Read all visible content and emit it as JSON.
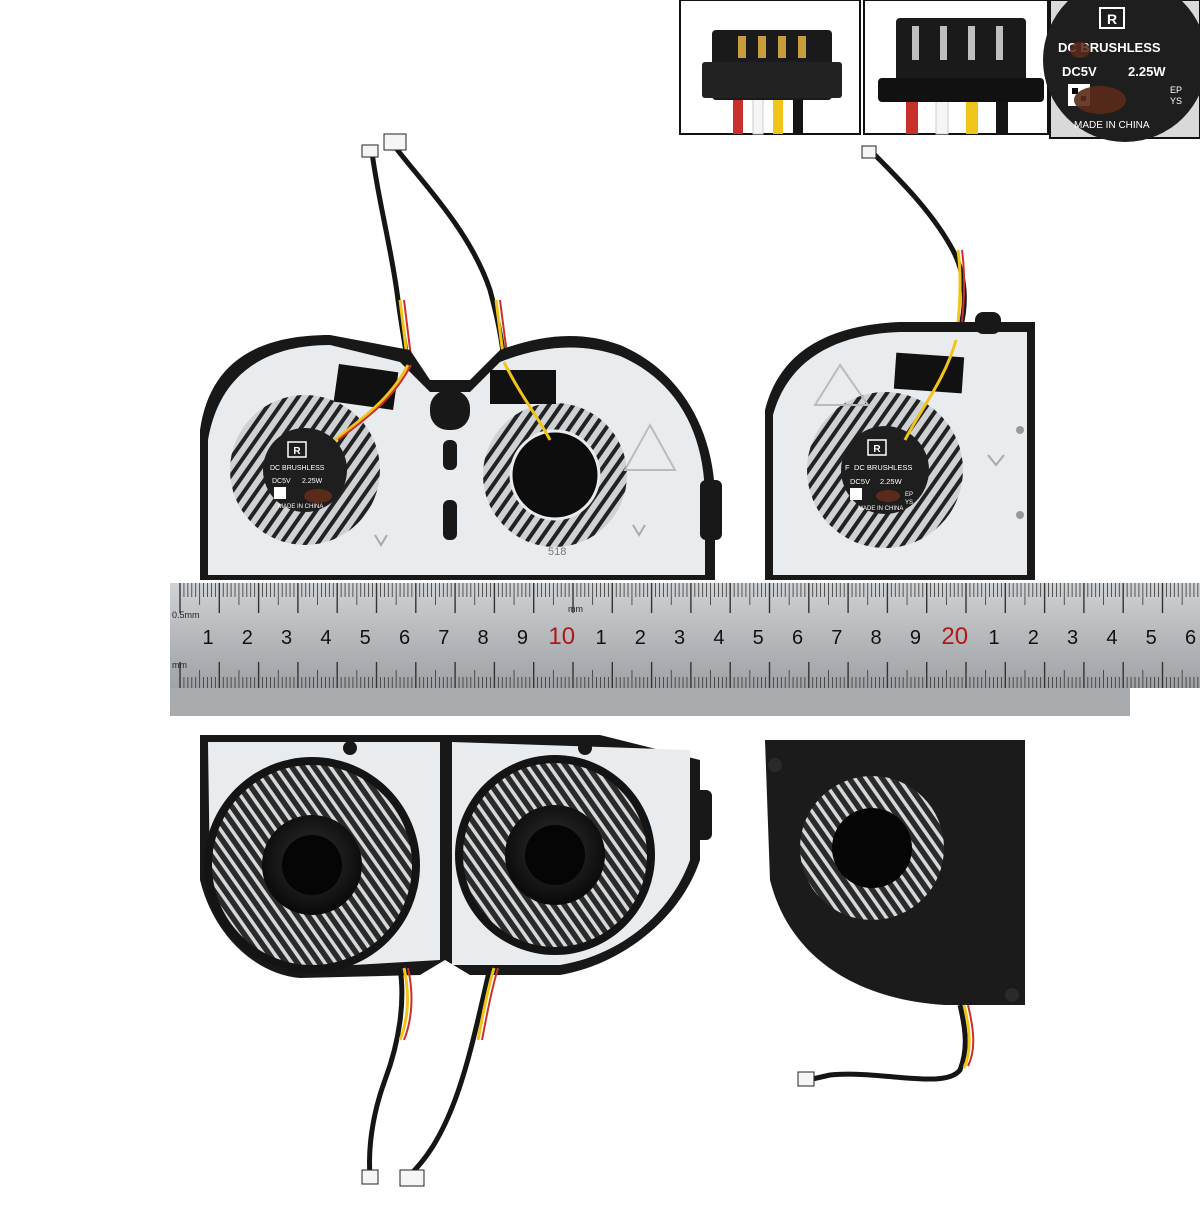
{
  "fan_label": {
    "brand": "DC BRUSHLESS",
    "prefix": "F",
    "voltage": "DC5V",
    "power": "2.25W",
    "ep": "EP",
    "ys": "YS",
    "origin": "MADE IN CHINA"
  },
  "ruler": {
    "numbers_a": [
      "1",
      "2",
      "3",
      "4",
      "5",
      "6",
      "7",
      "8",
      "9",
      "10",
      "1",
      "2",
      "3",
      "4",
      "5",
      "6",
      "7",
      "8",
      "9",
      "20",
      "1",
      "2",
      "3",
      "4",
      "5",
      "6"
    ],
    "unit_top": "0.5mm",
    "unit_mid": "mm",
    "unit_side": "mm"
  },
  "part_number": "518",
  "colors": {
    "steel": "#b9bcbf",
    "fan_white": "#e9ecef",
    "fan_black": "#1b1b1b",
    "wire_red": "#c9302c",
    "wire_yellow": "#f0c419",
    "wire_white": "#f5f5f5",
    "wire_black": "#151515",
    "label_bg": "#1e1e1e",
    "glue": "#5a2a1a"
  }
}
